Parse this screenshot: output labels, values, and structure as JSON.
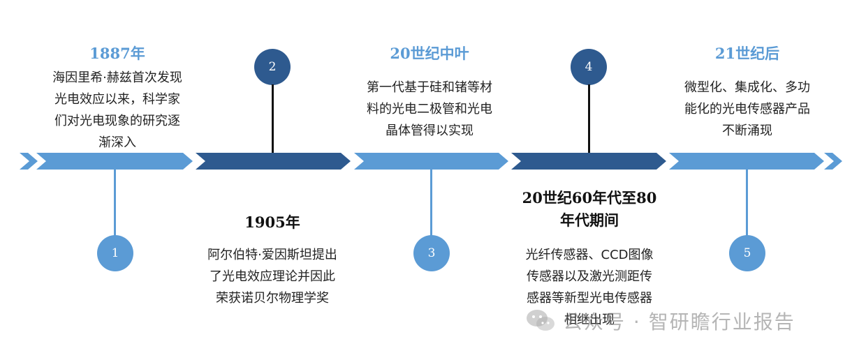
{
  "colors": {
    "light_blue": "#5b9bd5",
    "dark_blue": "#2e5a8f",
    "stem_dark": "#111111"
  },
  "milestones": [
    {
      "number": "1",
      "era": "1887年",
      "desc": [
        "海因里希·赫兹首次发现",
        "光电效应以来，科学家",
        "们对光电现象的研究逐",
        "渐深入"
      ]
    },
    {
      "number": "2",
      "era": "1905年",
      "desc": [
        "阿尔伯特·爱因斯坦提出",
        "了光电效应理论并因此",
        "荣获诺贝尔物理学奖"
      ]
    },
    {
      "number": "3",
      "era": "20世纪中叶",
      "desc": [
        "第一代基于硅和锗等材",
        "料的光电二极管和光电",
        "晶体管得以实现"
      ]
    },
    {
      "number": "4",
      "era": [
        "20世纪60年代至80",
        "年代期间"
      ],
      "desc": [
        "光纤传感器、CCD图像",
        "传感器以及激光测距传",
        "感器等新型光电传感器",
        "相继出现"
      ]
    },
    {
      "number": "5",
      "era": "21世纪后",
      "desc": [
        "微型化、集成化、多功",
        "能化的光电传感器产品",
        "不断涌现"
      ]
    }
  ],
  "watermark": {
    "text": "公众号 · 智研瞻行业报告",
    "icon": "wechat-icon"
  }
}
